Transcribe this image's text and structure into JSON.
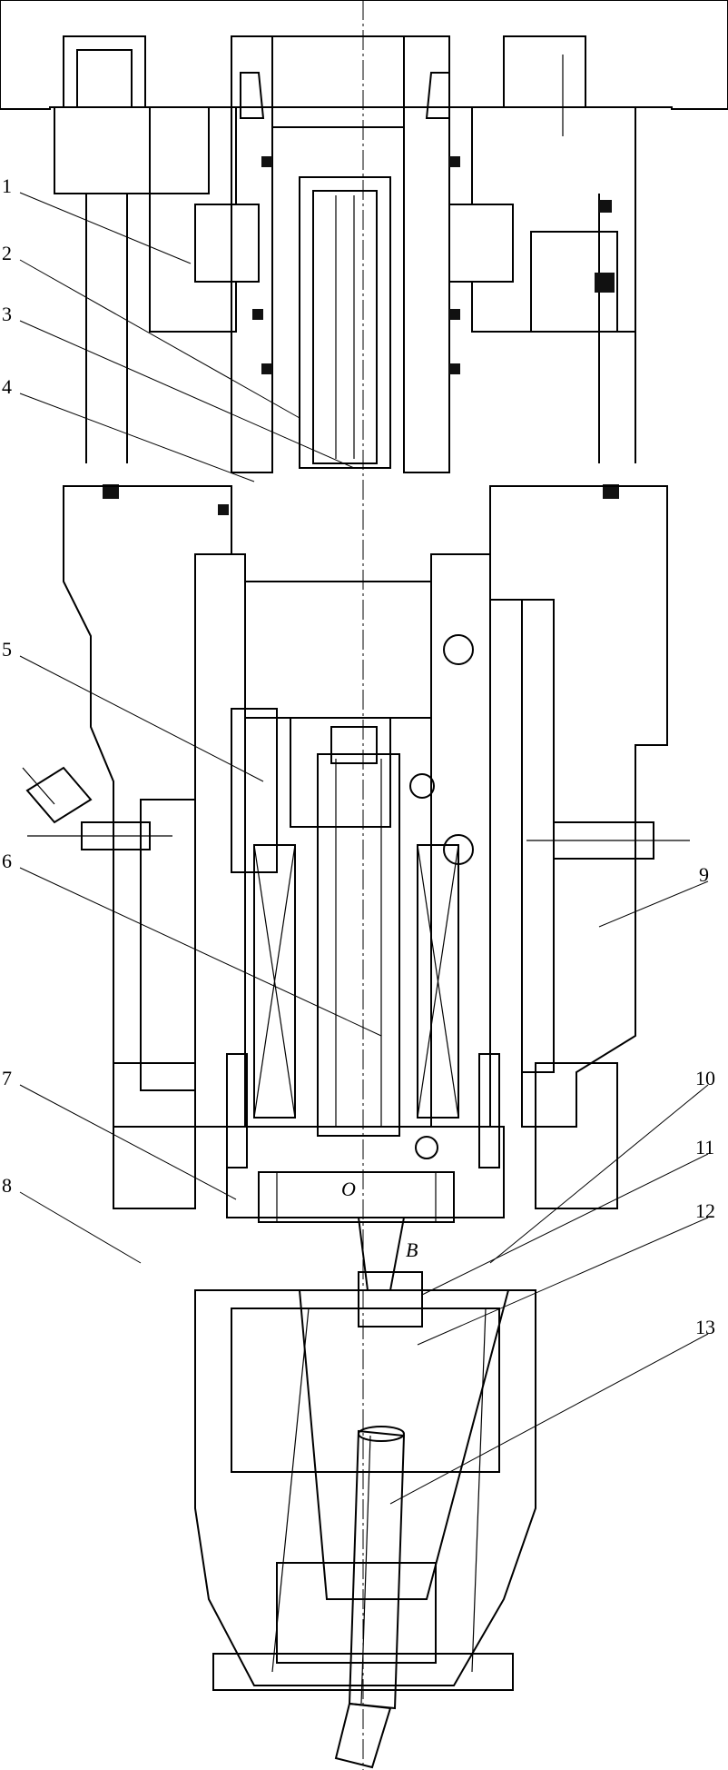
{
  "callouts": [
    {
      "label": "1"
    },
    {
      "label": "2"
    },
    {
      "label": "3"
    },
    {
      "label": "4"
    },
    {
      "label": "5"
    },
    {
      "label": "6"
    },
    {
      "label": "7"
    },
    {
      "label": "8"
    },
    {
      "label": "9"
    },
    {
      "label": "10"
    },
    {
      "label": "11"
    },
    {
      "label": "12"
    },
    {
      "label": "13"
    }
  ],
  "points": {
    "o": "O",
    "b": "B"
  },
  "colors": {
    "ink": "#000000",
    "paper": "#ffffff"
  }
}
